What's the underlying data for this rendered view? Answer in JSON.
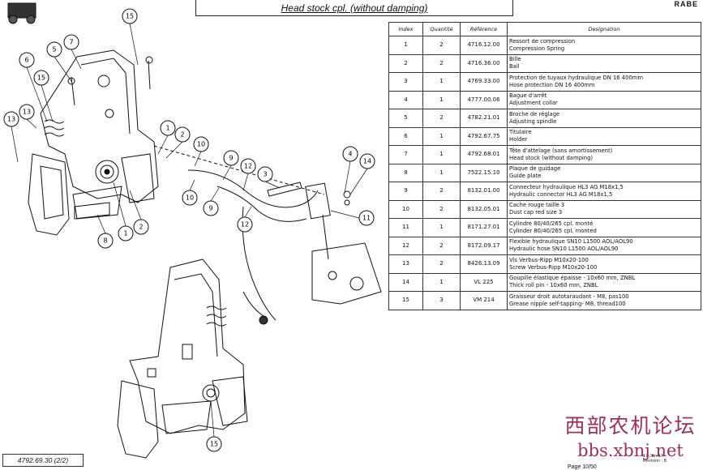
{
  "header": {
    "title": "Head stock cpl. (without damping)",
    "corner_mark": "RABE"
  },
  "table": {
    "headers": [
      "Index",
      "Quantité",
      "Référence",
      "Designation"
    ],
    "rows": [
      {
        "index": "1",
        "qty": "2",
        "ref": "4716.12.00",
        "fr": "Ressort de compression",
        "en": "Compression Spring"
      },
      {
        "index": "2",
        "qty": "2",
        "ref": "4716.36.00",
        "fr": "Bille",
        "en": "Ball"
      },
      {
        "index": "3",
        "qty": "1",
        "ref": "4769.33.00",
        "fr": "Protection de tuyaux hydraulique DN 16  400mm",
        "en": "Hose protection DN 16 400mm"
      },
      {
        "index": "4",
        "qty": "1",
        "ref": "4777.00.06",
        "fr": "Bague d'arrêt",
        "en": "Adjustment collar"
      },
      {
        "index": "5",
        "qty": "2",
        "ref": "4782.21.01",
        "fr": "Broche de réglage",
        "en": "Adjusting spindle"
      },
      {
        "index": "6",
        "qty": "1",
        "ref": "4792.67.75",
        "fr": "Titulaire",
        "en": "Holder"
      },
      {
        "index": "7",
        "qty": "1",
        "ref": "4792.68.01",
        "fr": "Tête d'attelage (sans amortissement)",
        "en": "Head stock (without damping)"
      },
      {
        "index": "8",
        "qty": "1",
        "ref": "7522.15.10",
        "fr": "Plaque de guidage",
        "en": "Guide plate"
      },
      {
        "index": "9",
        "qty": "2",
        "ref": "8132.01.00",
        "fr": "Connecteur hydraulique HL3 AG M18x1,5",
        "en": "Hydraulic connector HL3 AG M18x1,5"
      },
      {
        "index": "10",
        "qty": "2",
        "ref": "8132.05.01",
        "fr": "Cache rouge  taille 3",
        "en": "Dust cap red  size 3"
      },
      {
        "index": "11",
        "qty": "1",
        "ref": "8171.27.01",
        "fr": "Cylindre 80/40/265 cpl. monté",
        "en": "Cylinder 80/40/265 cpl. monted"
      },
      {
        "index": "12",
        "qty": "2",
        "ref": "8172.09.17",
        "fr": "Flexible hydraulique SN10 L1500 AOL/AOL90",
        "en": "Hydraulic hose SN10 L1500 AOL/AOL90"
      },
      {
        "index": "13",
        "qty": "2",
        "ref": "8426.13.09",
        "fr": "Vis Verbus-Ripp  M10x20-100",
        "en": "Screw Verbus-Ripp  M10x20-100"
      },
      {
        "index": "14",
        "qty": "1",
        "ref": "VL 225",
        "fr": "Goupille élastique épaisse - 10x60 mm, ZNBL",
        "en": "Thick roll pin - 10x60 mm, ZNBL"
      },
      {
        "index": "15",
        "qty": "3",
        "ref": "VM 214",
        "fr": "Graisseur droit autotaraudant - M8, pas100",
        "en": "Grease nipple self-tapping- M8, thread100"
      }
    ]
  },
  "footer": {
    "drawing_code": "4792.69.30  (2/2)",
    "page": "Page  10/50",
    "revision": "Revision : B",
    "date": "17-Jan-17"
  },
  "watermark": {
    "chinese": "西部农机论坛",
    "url": "bbs.xbnj.net"
  },
  "callouts": [
    "15",
    "5",
    "7",
    "6",
    "5",
    "15",
    "13",
    "13",
    "1",
    "2",
    "10",
    "9",
    "12",
    "3",
    "4",
    "14",
    "10",
    "9",
    "12",
    "11",
    "8",
    "1",
    "2",
    "15"
  ]
}
